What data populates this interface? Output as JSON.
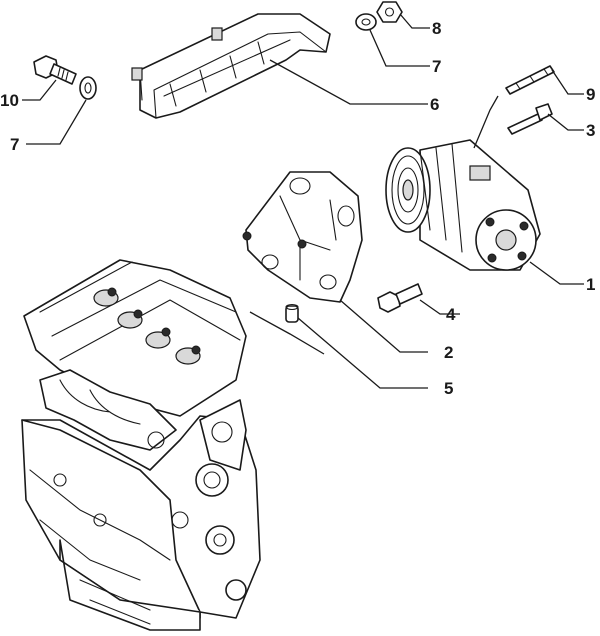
{
  "callouts": {
    "c1": "1",
    "c2": "2",
    "c3": "3",
    "c4": "4",
    "c5": "5",
    "c6": "6",
    "c7a": "7",
    "c7b": "7",
    "c8": "8",
    "c9": "9",
    "c10": "10"
  },
  "colors": {
    "line": "#1a1a1a",
    "background": "#ffffff",
    "shading": "#d9d9d9"
  }
}
